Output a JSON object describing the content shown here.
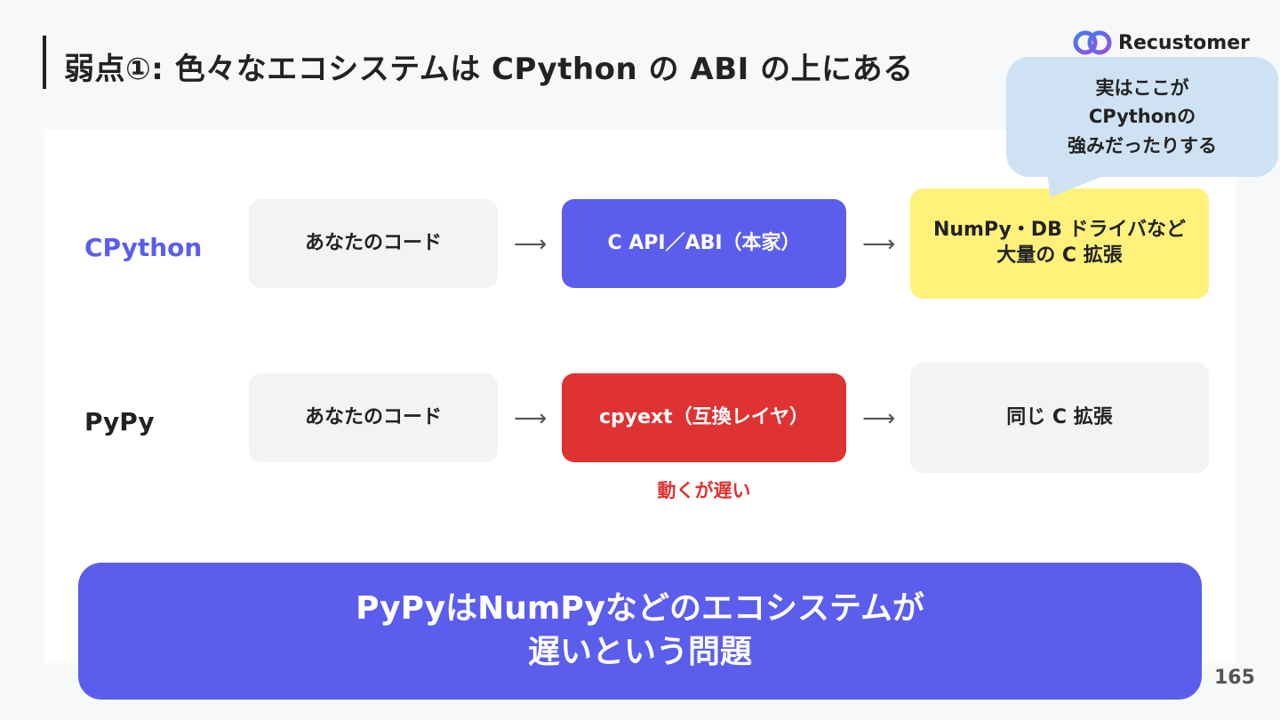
{
  "title": "弱点①: 色々なエコシステムは CPython の ABI の上にある",
  "logo": {
    "text": "Recustomer"
  },
  "rows": [
    {
      "label": "CPython",
      "label_color": "#5b5ded",
      "box1": "あなたのコード",
      "arrow1": "⟶",
      "box2": "C API／ABI（本家）",
      "arrow2": "⟶",
      "box3_line1": "NumPy・DB ドライバなど",
      "box3_line2": "大量の C 拡張"
    },
    {
      "label": "PyPy",
      "label_color": "#222222",
      "box1": "あなたのコード",
      "arrow1": "⟶",
      "box2": "cpyext（互換レイヤ）",
      "arrow2": "⟶",
      "box3": "同じ C 拡張",
      "note": "動くが遅い"
    }
  ],
  "bubble": {
    "line1": "実はここが",
    "line2": "CPythonの",
    "line3": "強みだったりする"
  },
  "banner": {
    "line1": "PyPyはNumPyなどのエコシステムが",
    "line2": "遅いという問題"
  },
  "page_number": "165",
  "colors": {
    "accent": "#5b5ded",
    "danger": "#df3232",
    "highlight": "#fff17a",
    "bubble": "#cfe2f3"
  }
}
